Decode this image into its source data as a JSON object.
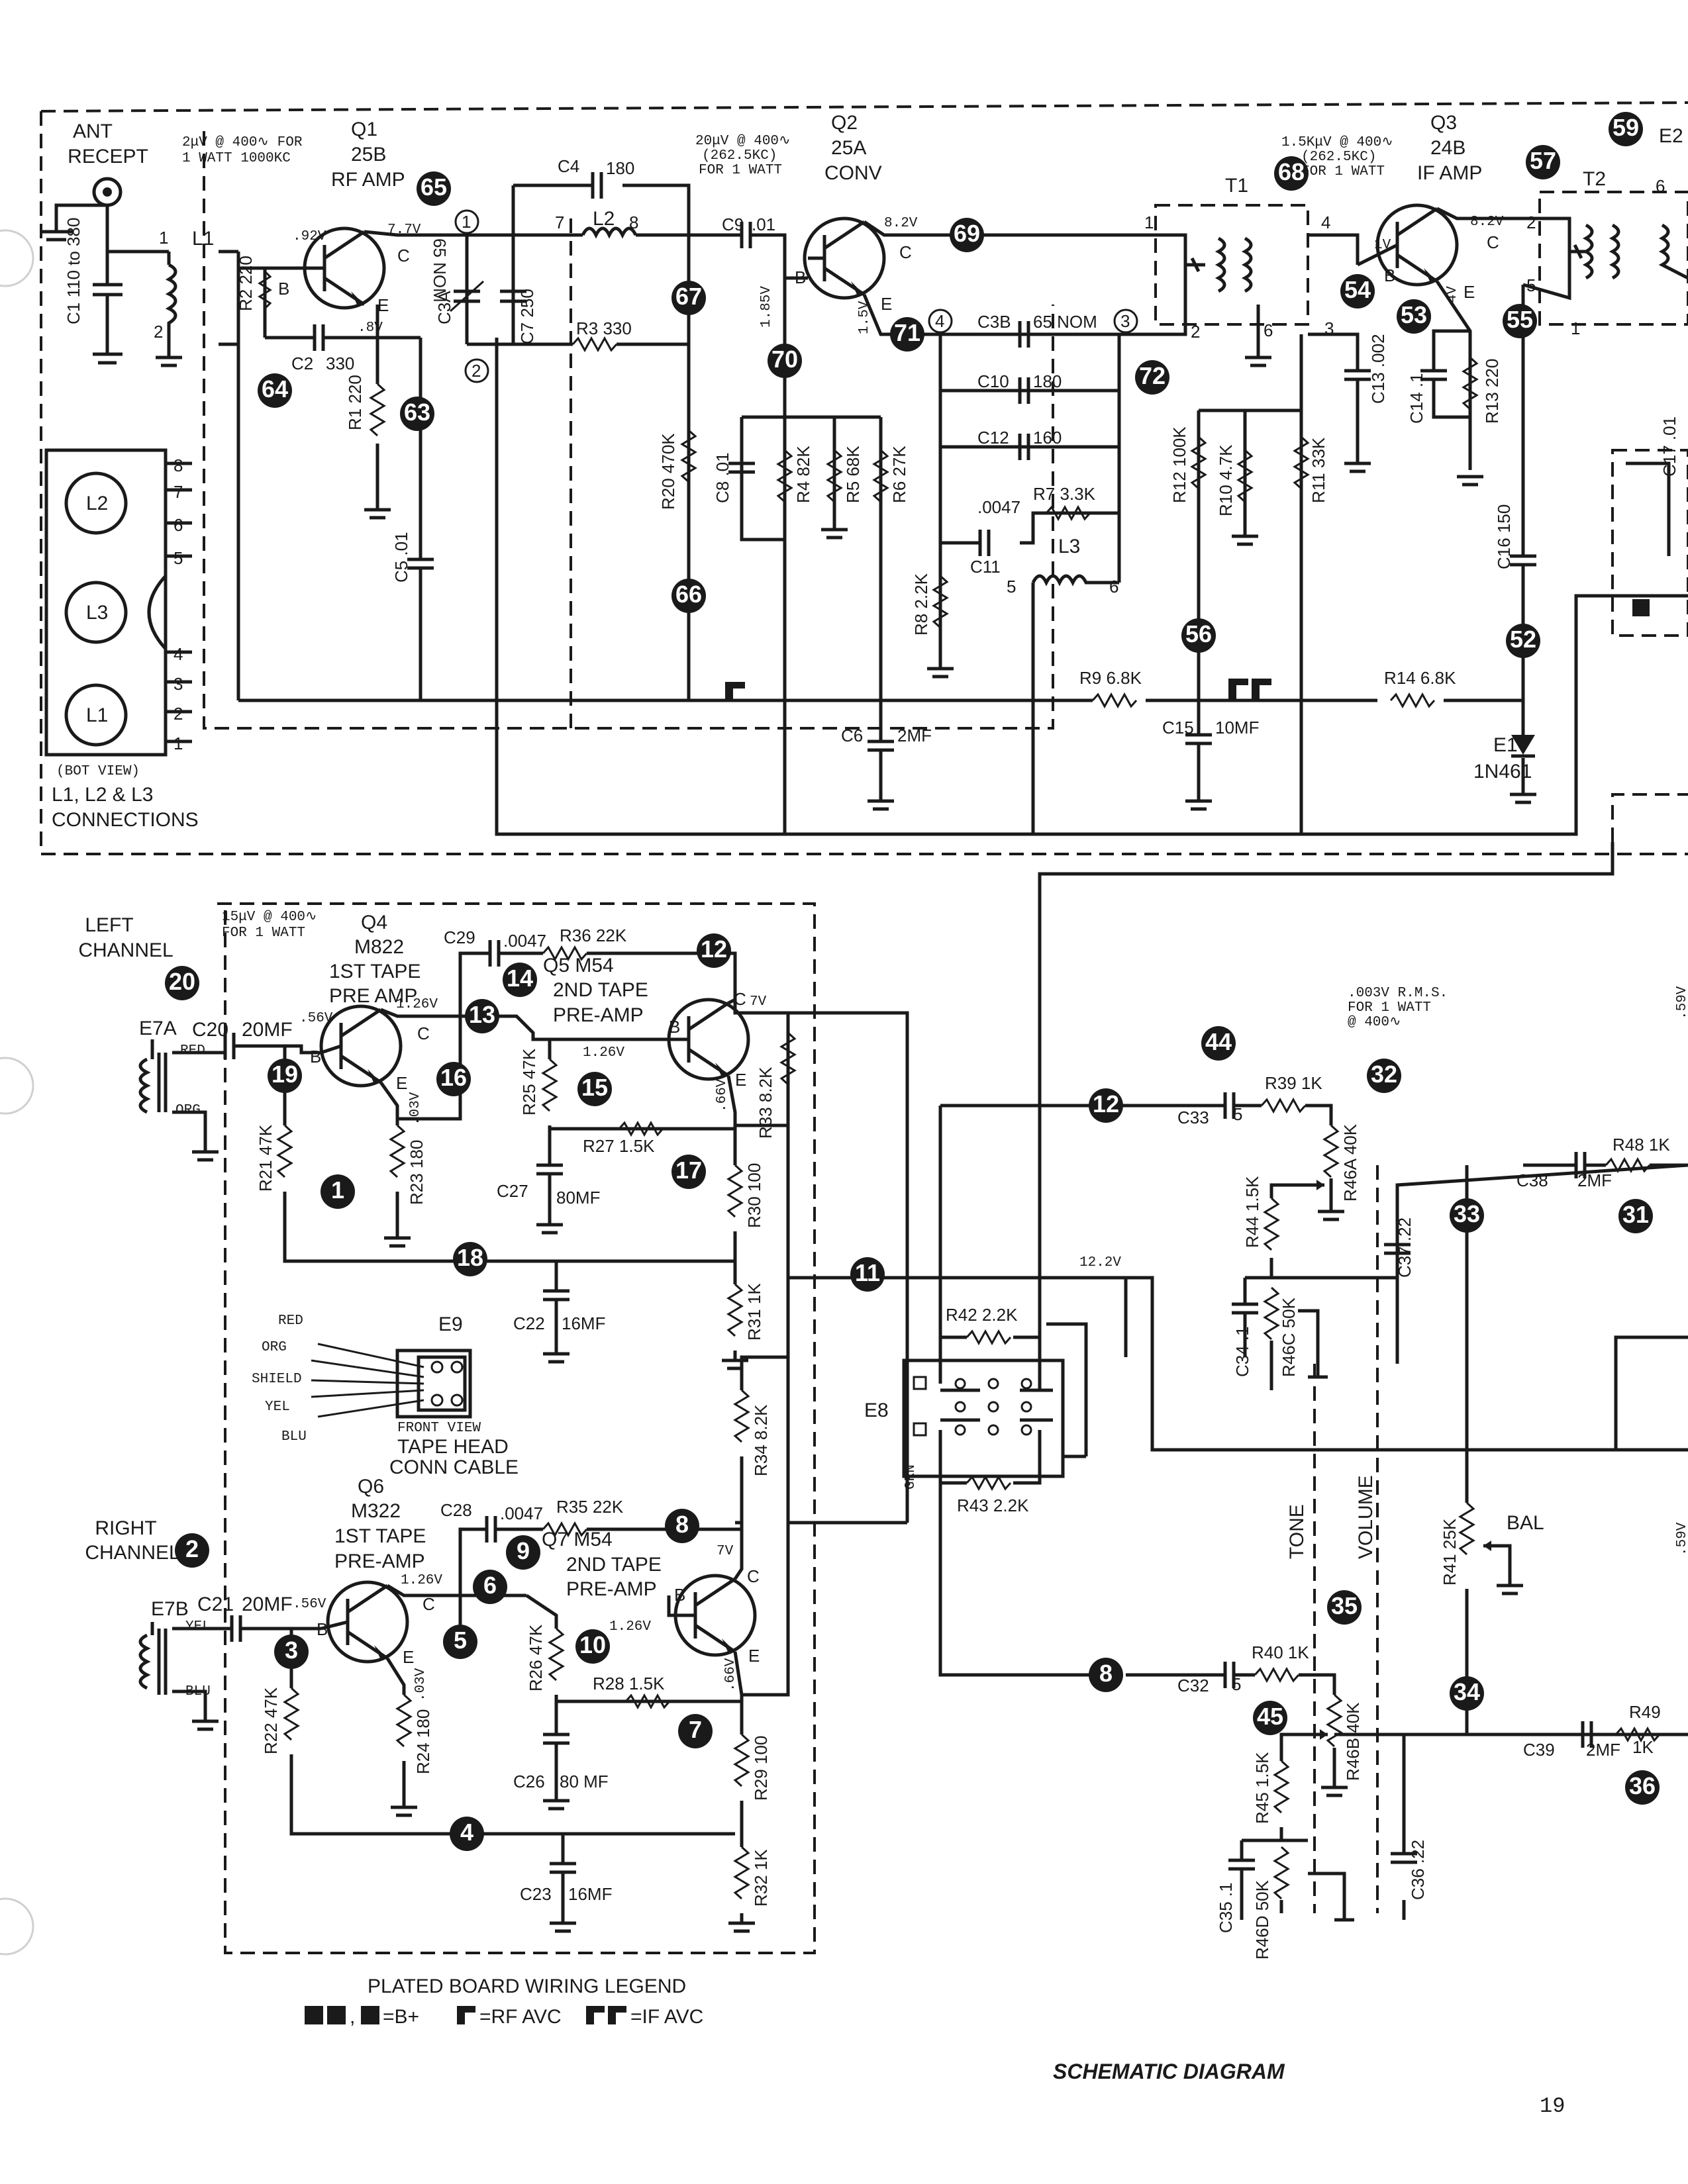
{
  "footer": {
    "caption": "SCHEMATIC DIAGRAM",
    "page_number": "19"
  },
  "legend": {
    "title": "PLATED BOARD WIRING LEGEND",
    "b_plus": "=B+",
    "rf_avc": "=RF AVC",
    "if_avc": "=IF AVC"
  },
  "coil_view": {
    "label_l1": "L1",
    "label_l2": "L2",
    "label_l3": "L3",
    "bot_view": "(BOT VIEW)",
    "title_line1": "L1, L2 & L3",
    "title_line2": "CONNECTIONS",
    "pins": [
      "8",
      "7",
      "6",
      "5",
      "4",
      "3",
      "2",
      "1"
    ]
  },
  "tape_head": {
    "ref": "E9",
    "wires": [
      "RED",
      "ORG",
      "SHIELD",
      "YEL",
      "BLU"
    ],
    "caption_line1": "FRONT VIEW",
    "caption_line2": "TAPE HEAD",
    "caption_line3": "CONN CABLE"
  },
  "tuner": {
    "ant_line1": "ANT",
    "ant_line2": "RECEPT",
    "c1": "C1 110 to 380",
    "l1": "L1",
    "q1_name": "Q1",
    "q1_type": "25B",
    "q1_func": "RF AMP",
    "q1_note1": "2μV @ 400∿ FOR",
    "q1_note2": "1 WATT 1000KC",
    "q1_vb": ".92V",
    "q1_vc": "7.7V",
    "q1_ve": ".8V",
    "r2": "R2 220",
    "c2": "C2",
    "c2_val": "330",
    "r1": "R1 220",
    "c5": "C5 .01",
    "c4": "C4",
    "c4_val": "180",
    "l2": "L2",
    "c3a": "C3A",
    "c3a_val": "65 NOM",
    "c7": "C7 250",
    "r3": "R3 330",
    "r20": "R20 470K",
    "c9": "C9",
    "c9_val": ".01",
    "q2_name": "Q2",
    "q2_type": "25A",
    "q2_func": "CONV",
    "q2_note1": "20μV @ 400∿",
    "q2_note2": "(262.5KC)",
    "q2_note3": "FOR 1 WATT",
    "q2_vc": "8.2V",
    "q2_vb": "1.85V",
    "q2_ve": "1.5V",
    "c8": "C8 .01",
    "r4": "R4 82K",
    "r5": "R5 68K",
    "r6": "R6 27K",
    "c3b": "C3B",
    "c3b_val": "65  NOM",
    "c10": "C10",
    "c10_val": "180",
    "c12": "C12",
    "c12_val": "160",
    "c11": "C11",
    "c11_val": ".0047",
    "r7": "R7 3.3K",
    "l3": "L3",
    "r8": "R8 2.2K",
    "c6": "C6",
    "c6_val": "2MF",
    "t1": "T1",
    "q3_name": "Q3",
    "q3_type": "24B",
    "q3_func": "IF AMP",
    "q3_note1": "1.5KμV @ 400∿",
    "q3_note2": "(262.5KC)",
    "q3_note3": "FOR 1 WATT",
    "q3_vb": "1V",
    "q3_vc": "8.2V",
    "q3_ve": ".4V",
    "c13": "C13 .002",
    "c14": "C14 .1",
    "r13": "R13 220",
    "r12": "R12 100K",
    "r10": "R10 4.7K",
    "r11": "R11 33K",
    "r9": "R9 6.8K",
    "r14": "R14 6.8K",
    "c15": "C15",
    "c15_val": "10MF",
    "c16": "C16 150",
    "e1": "E1",
    "e1_type": "1N461",
    "t2": "T2",
    "e2": "E2",
    "c17": "C17 .01"
  },
  "tape": {
    "left_line1": "LEFT",
    "left_line2": "CHANNEL",
    "right_line1": "RIGHT",
    "right_line2": "CHANNEL",
    "e7a": "E7A",
    "e7b": "E7B",
    "wire_red": "RED",
    "wire_org": "ORG",
    "wire_yel": "YEL",
    "wire_blu": "BLU",
    "c20": "C20",
    "c20_val": "20MF",
    "c21": "C21",
    "c21_val": "20MF",
    "q4_note1": "15μV @ 400∿",
    "q4_note2": "FOR 1 WATT",
    "q4_name": "Q4",
    "q4_type": "M822",
    "q4_func1": "1ST TAPE",
    "q4_func2": "PRE AMP",
    "q4_vb": ".56V",
    "q4_vc": "1.26V",
    "q4_ve": ".03V",
    "r21": "R21 47K",
    "r23": "R23 180",
    "c29": "C29",
    "c29_val": ".0047",
    "r36": "R36 22K",
    "q5_name": "Q5 M54",
    "q5_func1": "2ND TAPE",
    "q5_func2": "PRE-AMP",
    "q5_vb": "1.26V",
    "q5_vc": "7V",
    "q5_ve": ".66V",
    "r25": "R25 47K",
    "r27": "R27 1.5K",
    "c27": "C27",
    "c27_val": "80MF",
    "r33": "R33 8.2K",
    "r30": "R30 100",
    "r31": "R31 1K",
    "c22": "C22",
    "c22_val": "16MF",
    "q6_name": "Q6",
    "q6_type": "M322",
    "q6_func1": "1ST TAPE",
    "q6_func2": "PRE-AMP",
    "q6_vb": ".56V",
    "q6_vc": "1.26V",
    "q6_ve": ".03V",
    "c28": "C28",
    "c28_val": ".0047",
    "r35": "R35 22K",
    "q7_name": "Q7 M54",
    "q7_func1": "2ND TAPE",
    "q7_func2": "PRE-AMP",
    "q7_vb": "1.26V",
    "q7_vc": "7V",
    "q7_ve": ".66V",
    "r22": "R22 47K",
    "r24": "R24 180",
    "r26": "R26 47K",
    "r28": "R28 1.5K",
    "c26": "C26",
    "c26_val": "80 MF",
    "r34": "R34 8.2K",
    "r29": "R29 100",
    "r32": "R32 1K",
    "c23": "C23",
    "c23_val": "16MF",
    "e8": "E8",
    "grn": "GRN",
    "r42": "R42 2.2K",
    "r43": "R43 2.2K",
    "v_12": "12.2V"
  },
  "audio": {
    "note1": ".003V R.M.S.",
    "note2": "FOR 1 WATT",
    "note3": "@ 400∿",
    "c33": "C33",
    "c33_val": "5",
    "r39": "R39 1K",
    "r46a": "R46A 40K",
    "r44": "R44 1.5K",
    "c34": "C34 .1",
    "r46c": "R46C 50K",
    "c37": "C37 .22",
    "c38": "C38",
    "c38_val": "2MF",
    "r48": "R48 1K",
    "tone": "TONE",
    "volume": "VOLUME",
    "r41": "R41 25K",
    "bal": "BAL",
    "c32": "C32",
    "c32_val": "5",
    "r40": "R40 1K",
    "r46b": "R46B 40K",
    "r45": "R45 1.5K",
    "c35": "C35 .1",
    "r46d": "R46D 50K",
    "c36": "C36 .22",
    "c39": "C39",
    "c39_val": "2MF",
    "r49": "R49",
    "r49_val": "1K",
    "v_right1": ".59V",
    "v_right2": ".59V"
  },
  "circled_numbers": {
    "n1": "1",
    "n2": "2",
    "n3": "3",
    "n4": "4"
  },
  "test_points": {
    "tp1": "1",
    "tp2": "2",
    "tp3": "3",
    "tp4": "4",
    "tp5": "5",
    "tp6": "6",
    "tp7": "7",
    "tp8": "8",
    "tp8b": "8",
    "tp9": "9",
    "tp10": "10",
    "tp11": "11",
    "tp11b": "11",
    "tp12": "12",
    "tp12b": "12",
    "tp13": "13",
    "tp14": "14",
    "tp15": "15",
    "tp16": "16",
    "tp17": "17",
    "tp18": "18",
    "tp19": "19",
    "tp20": "20",
    "tp31": "31",
    "tp32": "32",
    "tp33": "33",
    "tp34": "34",
    "tp35": "35",
    "tp36": "36",
    "tp44": "44",
    "tp45": "45",
    "tp52": "52",
    "tp53": "53",
    "tp54": "54",
    "tp55": "55",
    "tp56": "56",
    "tp57": "57",
    "tp59": "59",
    "tp63": "63",
    "tp64": "64",
    "tp65": "65",
    "tp66": "66",
    "tp67": "67",
    "tp68": "68",
    "tp69": "69",
    "tp70": "70",
    "tp71": "71",
    "tp72": "72"
  }
}
